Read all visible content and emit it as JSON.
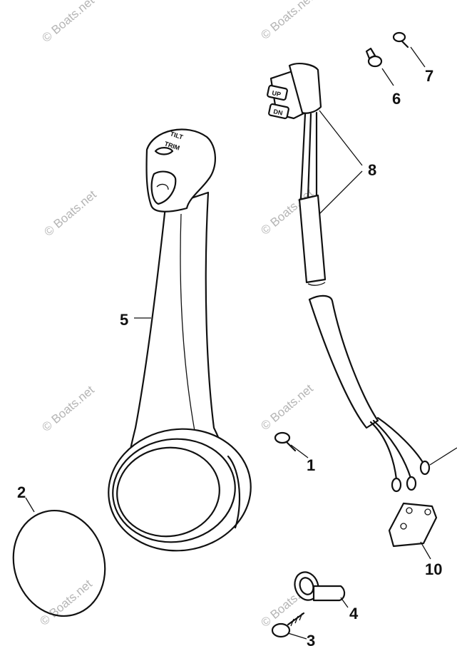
{
  "diagram": {
    "handle_text": [
      "TILT",
      "TRIM"
    ],
    "switch_text": [
      "UP",
      "DN"
    ],
    "callouts": [
      {
        "id": "callout-1",
        "label": "1"
      },
      {
        "id": "callout-2",
        "label": "2"
      },
      {
        "id": "callout-3",
        "label": "3"
      },
      {
        "id": "callout-4",
        "label": "4"
      },
      {
        "id": "callout-5",
        "label": "5"
      },
      {
        "id": "callout-6",
        "label": "6"
      },
      {
        "id": "callout-7",
        "label": "7"
      },
      {
        "id": "callout-8",
        "label": "8"
      },
      {
        "id": "callout-10",
        "label": "10"
      }
    ],
    "watermark": "© Boats.net"
  }
}
